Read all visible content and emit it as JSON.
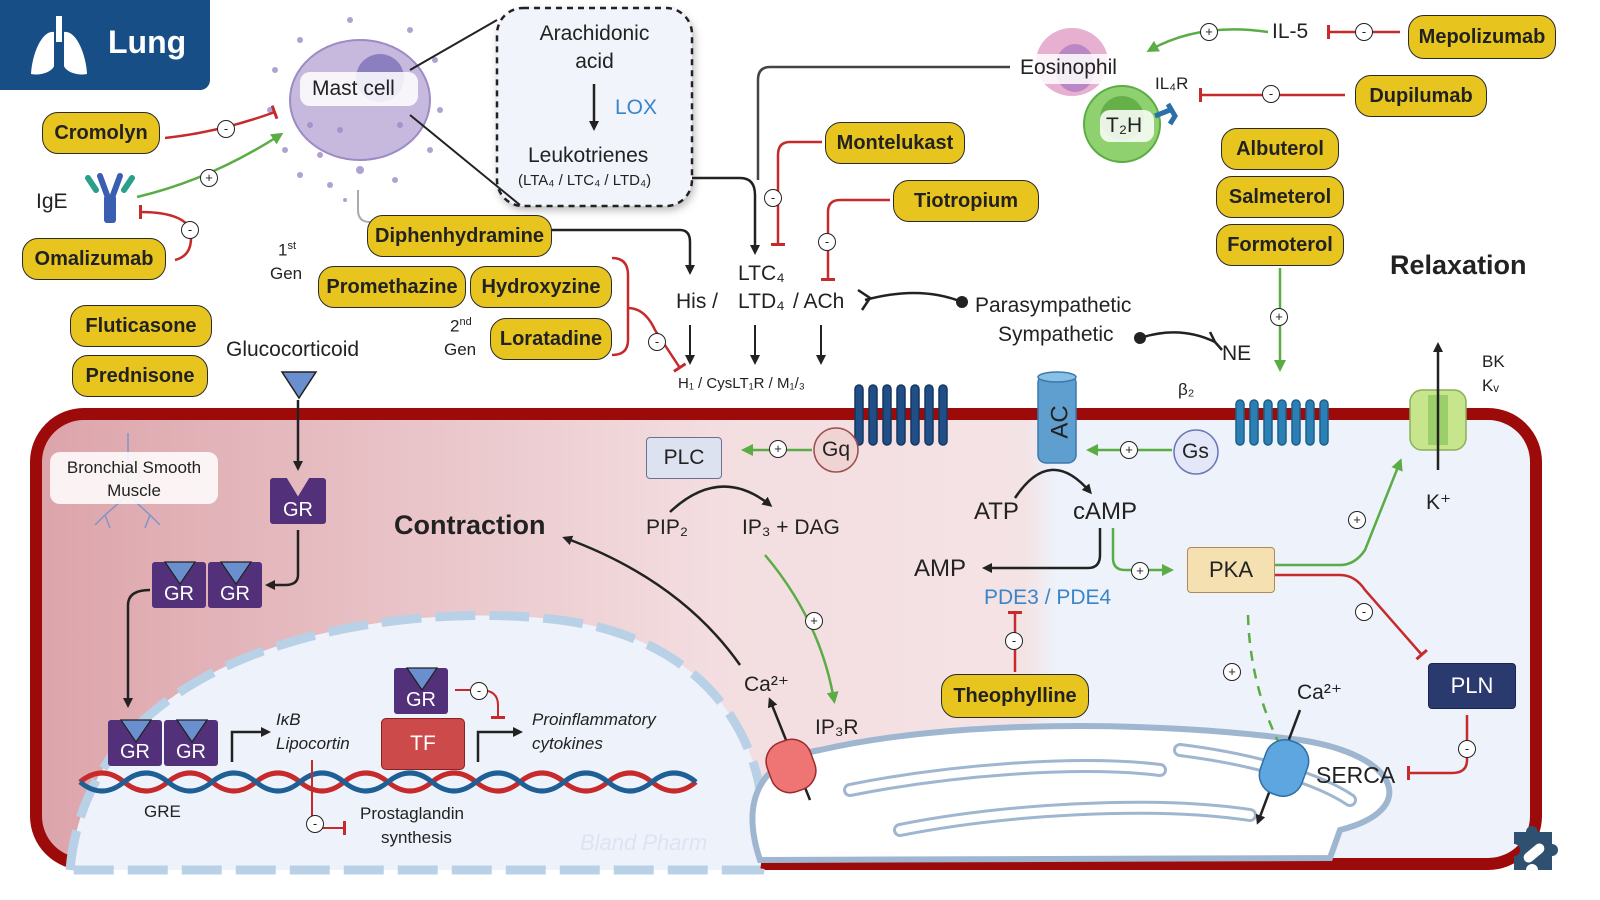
{
  "header": {
    "title": "Lung",
    "icon": "lungs-icon",
    "color": "#174e86"
  },
  "colors": {
    "drug_fill": "#e8c41e",
    "membrane": "#9c0a0a",
    "activation_arrow": "#5aac44",
    "inhibition_line": "#c62a2a",
    "enzyme_text": "#3a85c9",
    "gr_receptor": "#52307a",
    "pln": "#2a3a6e"
  },
  "drugs": {
    "cromolyn": "Cromolyn",
    "omalizumab": "Omalizumab",
    "fluticasone": "Fluticasone",
    "prednisone": "Prednisone",
    "diphenhydramine": "Diphenhydramine",
    "promethazine": "Promethazine",
    "hydroxyzine": "Hydroxyzine",
    "loratadine": "Loratadine",
    "montelukast": "Montelukast",
    "tiotropium": "Tiotropium",
    "mepolizumab": "Mepolizumab",
    "dupilumab": "Dupilumab",
    "albuterol": "Albuterol",
    "salmeterol": "Salmeterol",
    "formoterol": "Formoterol",
    "theophylline": "Theophylline"
  },
  "labels": {
    "mast_cell": "Mast cell",
    "ige": "IgE",
    "arachidonic_acid": "Arachidonic acid",
    "lox": "LOX",
    "leukotrienes": "Leukotrienes",
    "leukotrienes_sub": "(LTA₄ / LTC₄ / LTD₄)",
    "eosinophil": "Eosinophil",
    "il5": "IL-5",
    "il4r": "IL₄R",
    "t2h": "T₂H",
    "first_gen_num": "1",
    "first_gen_sup": "st",
    "gen": "Gen",
    "second_gen_num": "2",
    "second_gen_sup": "nd",
    "glucocorticoid": "Glucocorticoid",
    "his": "His /",
    "ltc4": "LTC₄",
    "ltd4": "LTD₄",
    "ach": "/ ACh",
    "parasympathetic": "Parasympathetic",
    "sympathetic": "Sympathetic",
    "ne": "NE",
    "receptors": "H₁ / CysLT₁R / M₁/₃",
    "beta2": "β₂",
    "relaxation": "Relaxation",
    "contraction": "Contraction",
    "bronchial": "Bronchial Smooth Muscle",
    "gr": "GR",
    "plc": "PLC",
    "gq": "Gq",
    "gs": "Gs",
    "ac": "AC",
    "pip2": "PIP₂",
    "ip3_dag": "IP₃ + DAG",
    "atp": "ATP",
    "camp": "cAMP",
    "amp": "AMP",
    "pde": "PDE3 / PDE4",
    "pka": "PKA",
    "pln": "PLN",
    "serca": "SERCA",
    "ca_left": "Ca²⁺",
    "ca_right": "Ca²⁺",
    "ip3r": "IP₃R",
    "bk": "BK",
    "kv": "Kᵥ",
    "k_plus": "K⁺",
    "ikb": "IκB",
    "lipocortin": "Lipocortin",
    "tf": "TF",
    "proinflammatory": "Proinflammatory",
    "cytokines": "cytokines",
    "gre": "GRE",
    "prostaglandin": "Prostaglandin",
    "synthesis": "synthesis",
    "watermark": "Bland Pharm",
    "plus": "+",
    "minus": "-"
  },
  "logo": {
    "icon": "puzzle-pill-icon"
  }
}
